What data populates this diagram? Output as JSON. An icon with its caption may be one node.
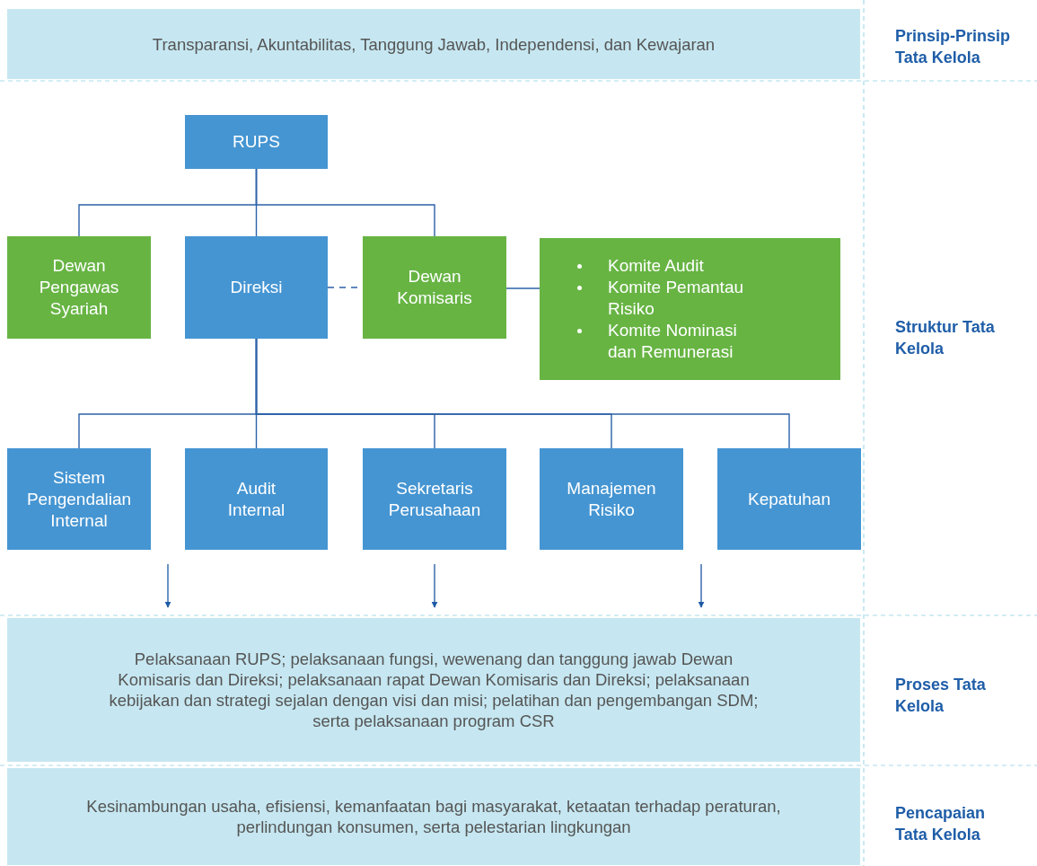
{
  "diagram": {
    "nodes": [
      {
        "text": [
          "Transparansi, Akuntabilitas, Tanggung Jawab, Independensi, dan Kewajaran"
        ],
        "beside": [
          "Prinsip-Prinsip Tata Kelola"
        ]
      },
      {
        "text": [
          "RUPS"
        ]
      },
      {
        "text": [
          "Dewan Pengawas Syariah"
        ]
      },
      {
        "text": [
          "Direksi"
        ]
      },
      {
        "text": [
          "Dewan Komisaris"
        ]
      },
      {
        "text": [
          "Komite Audit",
          "Komite Pemantau Risiko",
          "Komite Nominasi dan Remunerasi"
        ]
      },
      {
        "text": [
          "Sistem Pengendalian Internal"
        ]
      },
      {
        "text": [
          "Audit Internal"
        ]
      },
      {
        "text": [
          "Sekretaris Perusahaan"
        ]
      },
      {
        "text": [
          "Manajemen Risiko"
        ]
      },
      {
        "text": [
          "Kepatuhan"
        ]
      },
      {
        "text": [
          "Pelaksanaan RUPS; pelaksanaan fungsi, wewenang dan tanggung jawab Dewan Komisaris dan Direksi; pelaksanaan rapat Dewan Komisaris dan Direksi; pelaksanaan kebijakan dan strategi sejalan dengan visi dan misi; pelatihan dan pengembangan SDM; serta pelaksanaan program CSR"
        ],
        "beside": [
          "Proses Tata Kelola"
        ]
      },
      {
        "text": [
          "Kesinambungan usaha, efisiensi, kemanfaatan bagi masyarakat, ketaatan terhadap peraturan, perlindungan konsumen, serta pelestarian lingkungan"
        ],
        "beside": [
          "Pencapaian Tata Kelola"
        ]
      }
    ],
    "edges": [
      {
        "from": 1,
        "to": 2,
        "arrow": "none"
      },
      {
        "from": 1,
        "to": 3,
        "arrow": "none"
      },
      {
        "from": 1,
        "to": 4,
        "arrow": "none"
      },
      {
        "from": 3,
        "to": 4,
        "arrow": "none",
        "style": "dashed"
      },
      {
        "from": 4,
        "to": 5,
        "arrow": "none"
      },
      {
        "from": 3,
        "to": 6,
        "arrow": "none"
      },
      {
        "from": 3,
        "to": 7,
        "arrow": "none"
      },
      {
        "from": 3,
        "to": 8,
        "arrow": "none"
      },
      {
        "from": 3,
        "to": 9,
        "arrow": "none"
      },
      {
        "from": 3,
        "to": 10,
        "arrow": "none"
      },
      {
        "from": null,
        "to": 11,
        "arrow": "to"
      },
      {
        "from": null,
        "to": 11,
        "arrow": "to"
      },
      {
        "from": null,
        "to": 11,
        "arrow": "to"
      }
    ],
    "labels": [
      "Struktur Tata Kelola"
    ]
  }
}
